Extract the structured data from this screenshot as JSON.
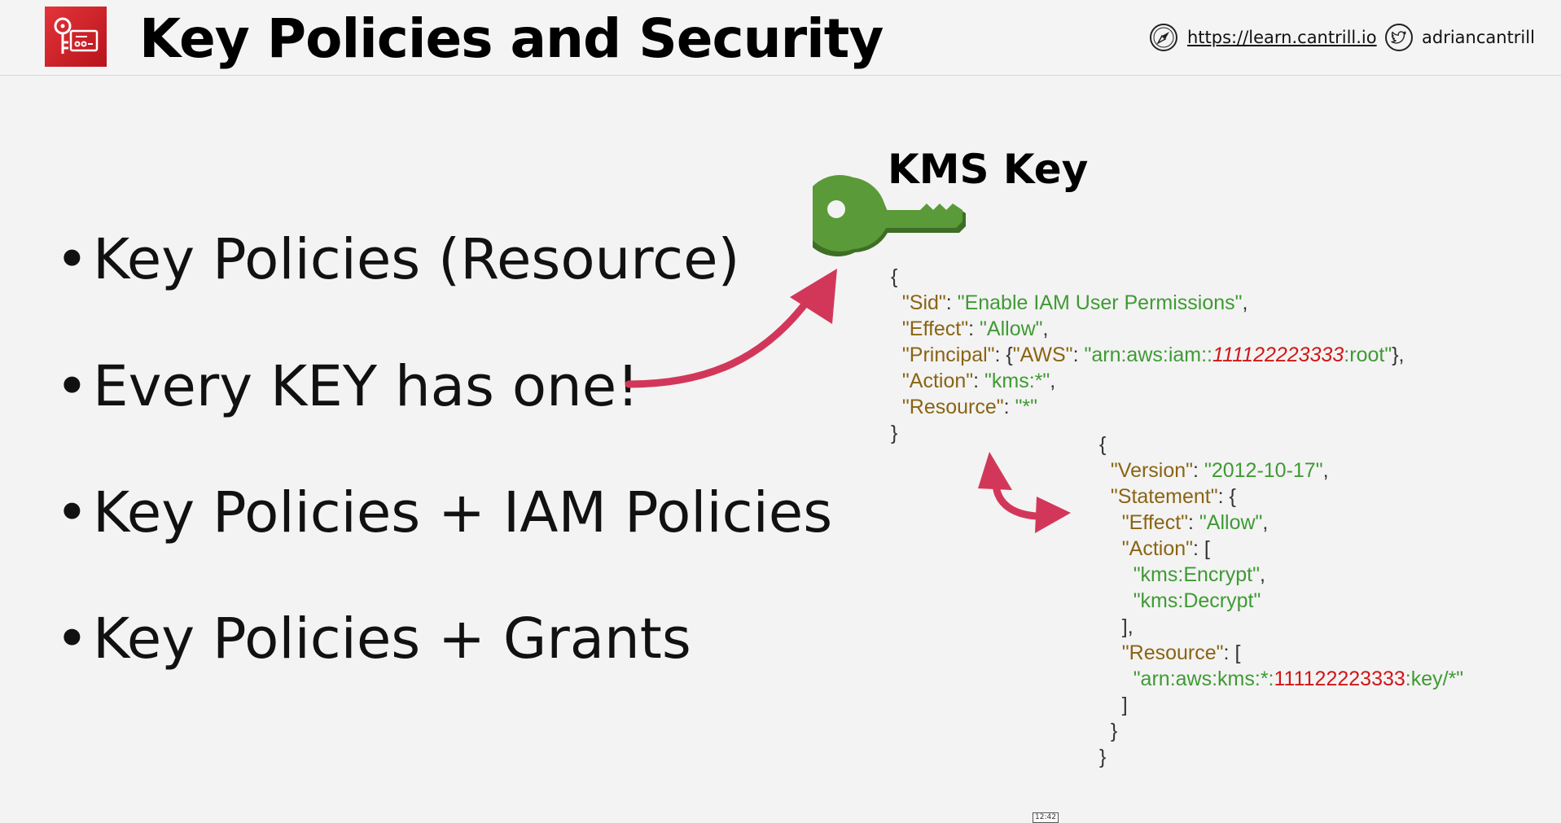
{
  "header": {
    "title": "Key Policies and Security",
    "link_text": "https://learn.cantrill.io",
    "twitter_handle": "adriancantrill",
    "logo_icon": "kms-key-logo-icon",
    "link_icon": "compass-icon",
    "twitter_icon": "twitter-bird-icon"
  },
  "bullets": [
    "Key Policies (Resource)",
    "Every KEY has one!",
    "Key Policies + IAM Policies",
    "Key Policies + Grants"
  ],
  "kms": {
    "title": "KMS Key",
    "key_icon": "key-icon"
  },
  "key_policy": {
    "open": "{",
    "sid_key": "\"Sid\"",
    "sid_val": "\"Enable IAM User Permissions\"",
    "effect_key": "\"Effect\"",
    "effect_val": "\"Allow\"",
    "principal_key": "\"Principal\"",
    "aws_key": "\"AWS\"",
    "arn_prefix": "\"arn:aws:iam::",
    "account": "111122223333",
    "arn_suffix": ":root\"",
    "action_key": "\"Action\"",
    "action_val": "\"kms:*\"",
    "resource_key": "\"Resource\"",
    "resource_val": "\"*\"",
    "close": "}"
  },
  "iam_policy": {
    "open": "{",
    "version_key": "\"Version\"",
    "version_val": "\"2012-10-17\"",
    "statement_key": "\"Statement\"",
    "effect_key": "\"Effect\"",
    "effect_val": "\"Allow\"",
    "action_key": "\"Action\"",
    "action_1": "\"kms:Encrypt\"",
    "action_2": "\"kms:Decrypt\"",
    "resource_key": "\"Resource\"",
    "arn_prefix": "\"arn:aws:kms:*:",
    "account": "111122223333",
    "arn_suffix": ":key/*\"",
    "close_inner": "}",
    "close": "}"
  },
  "colors": {
    "arrow": "#d2375a",
    "key_green": "#5a8f3a",
    "json_key": "#8a6414",
    "json_string": "#3f9a34",
    "json_account": "#d11616",
    "logo_red": "#d0242b"
  },
  "timestamp": "12:42"
}
